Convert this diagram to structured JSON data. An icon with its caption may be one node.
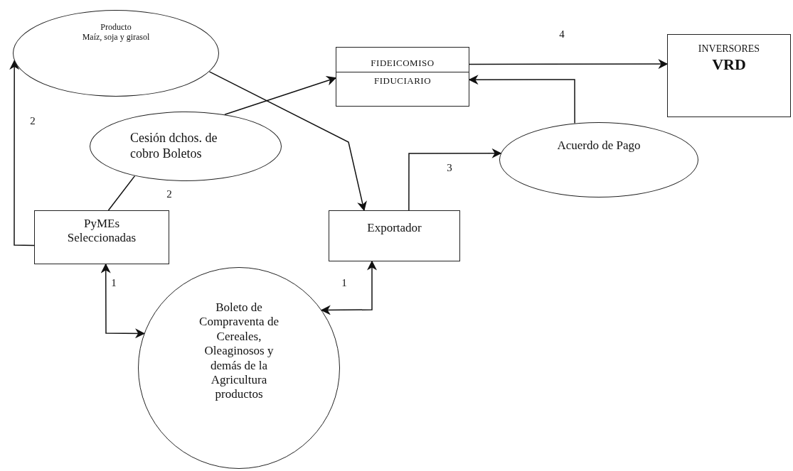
{
  "diagram": {
    "nodes": [
      {
        "text": [
          "Producto",
          "Maíz, soja y girasol"
        ]
      },
      {
        "text": [
          "FIDEICOMISO",
          "FIDUCIARIO"
        ]
      },
      {
        "text": [
          "INVERSORES",
          "VRD"
        ]
      },
      {
        "text": [
          "Cesión dchos. de cobro Boletos"
        ]
      },
      {
        "text": [
          "Acuerdo de Pago"
        ]
      },
      {
        "text": [
          "PyMEs Seleccionadas"
        ]
      },
      {
        "text": [
          "Exportador"
        ]
      },
      {
        "text": [
          "Boleto de Compraventa de Cereales, Oleaginosos y demás de la Agricultura productos"
        ]
      }
    ],
    "edges": [
      {
        "from": 5,
        "to": 0,
        "arrow": "to",
        "label": "2"
      },
      {
        "from": 5,
        "to": 3,
        "arrow": "none",
        "label": "2"
      },
      {
        "from": 3,
        "to": 1,
        "arrow": "to"
      },
      {
        "from": 0,
        "to": 6,
        "arrow": "to"
      },
      {
        "from": 6,
        "to": 4,
        "arrow": "to",
        "label": "3"
      },
      {
        "from": 4,
        "to": 1,
        "arrow": "to"
      },
      {
        "from": 1,
        "to": 2,
        "arrow": "to",
        "label": "4"
      },
      {
        "from": 5,
        "to": 7,
        "arrow": "both",
        "label": "1"
      },
      {
        "from": 6,
        "to": 7,
        "arrow": "both",
        "label": "1"
      }
    ]
  }
}
